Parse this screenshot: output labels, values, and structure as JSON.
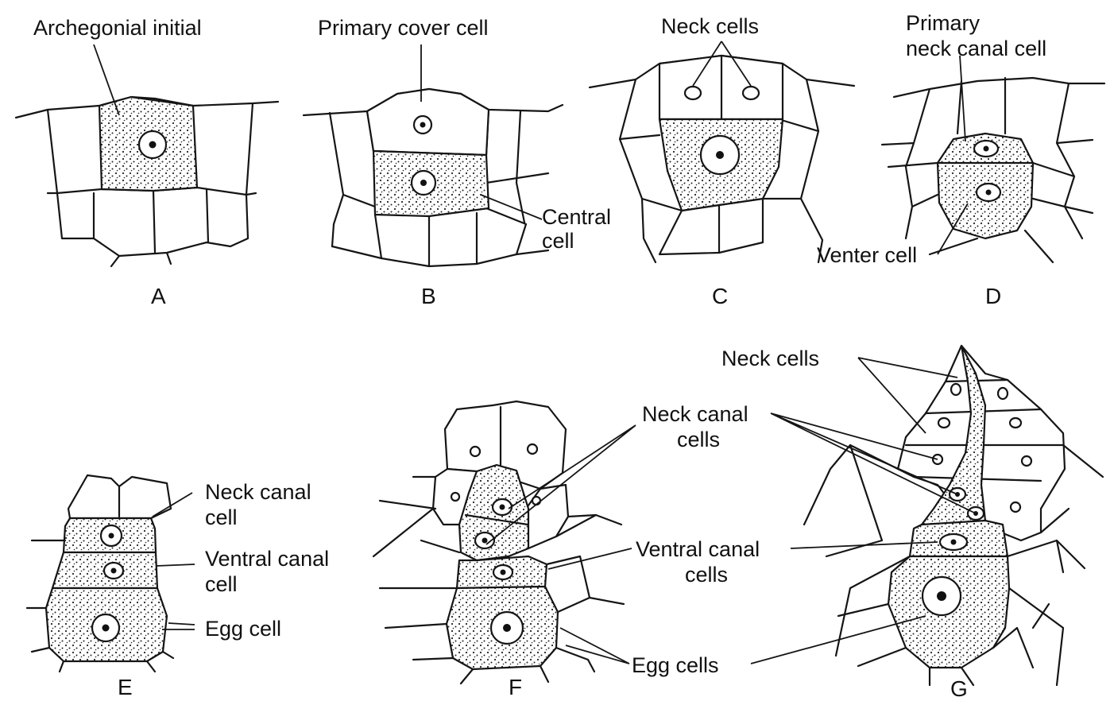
{
  "figure": {
    "panels": [
      {
        "id": "A",
        "letter": "A",
        "labels": [
          "Archegonial initial"
        ]
      },
      {
        "id": "B",
        "letter": "B",
        "labels": [
          "Primary cover cell",
          "Central",
          "cell"
        ]
      },
      {
        "id": "C",
        "letter": "C",
        "labels": [
          "Neck cells"
        ]
      },
      {
        "id": "D",
        "letter": "D",
        "labels": [
          "Primary",
          "neck canal cell",
          "Venter cell"
        ]
      },
      {
        "id": "E",
        "letter": "E",
        "labels": [
          "Neck canal",
          "cell",
          "Ventral canal",
          "cell",
          "Egg cell"
        ]
      },
      {
        "id": "F",
        "letter": "F",
        "labels": [
          "Neck canal",
          "cells",
          "Ventral canal",
          "cells",
          "Egg cells"
        ]
      },
      {
        "id": "G",
        "letter": "G",
        "labels": [
          "Neck cells"
        ]
      }
    ],
    "colors": {
      "ink": "#151515",
      "background": "#ffffff"
    }
  }
}
